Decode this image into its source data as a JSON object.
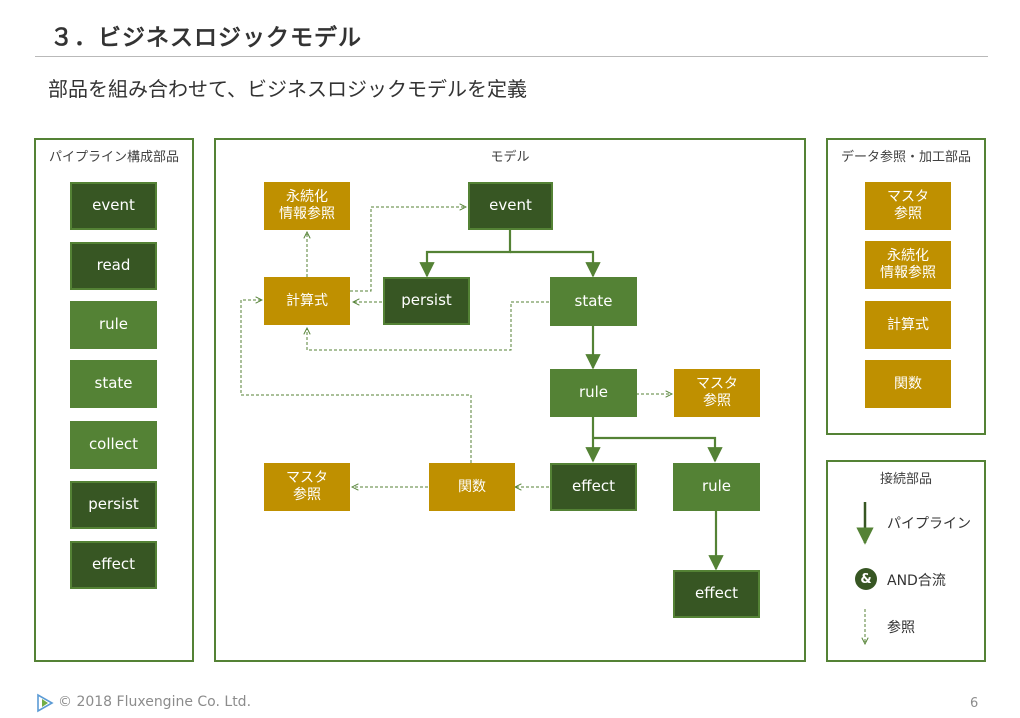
{
  "header": {
    "title": "３．ビジネスロジックモデル",
    "subtitle": "部品を組み合わせて、ビジネスロジックモデルを定義"
  },
  "pipeline_panel": {
    "title": "パイプライン構成部品",
    "items": [
      "event",
      "read",
      "rule",
      "state",
      "collect",
      "persist",
      "effect"
    ]
  },
  "model_panel": {
    "title": "モデル",
    "nodes": {
      "persistent_info_ref": "永続化\n情報参照",
      "event": "event",
      "calc": "計算式",
      "persist": "persist",
      "state": "state",
      "rule1": "rule",
      "master_ref1": "マスタ\n参照",
      "master_ref2": "マスタ\n参照",
      "function": "関数",
      "effect1": "effect",
      "rule2": "rule",
      "effect2": "effect"
    }
  },
  "data_panel": {
    "title": "データ参照・加工部品",
    "items": [
      "マスタ\n参照",
      "永続化\n情報参照",
      "計算式",
      "関数"
    ]
  },
  "connector_panel": {
    "title": "接続部品",
    "pipeline": "パイプライン",
    "and_join": "AND合流",
    "and_symbol": "&",
    "reference": "参照"
  },
  "colors": {
    "dark_green": "#375623",
    "green": "#548235",
    "gold": "#bf9000"
  },
  "footer": {
    "copyright": "© 2018 Fluxengine Co. Ltd.",
    "page": "6"
  }
}
